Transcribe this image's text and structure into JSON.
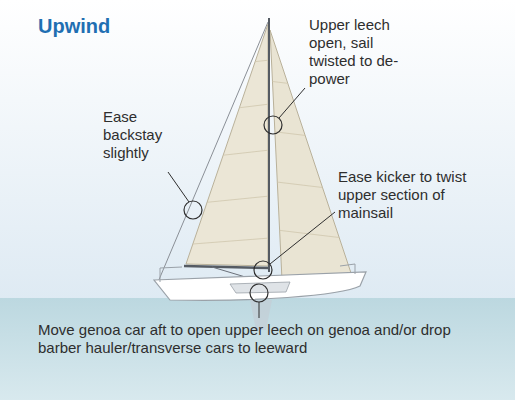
{
  "diagram": {
    "title": "Upwind",
    "labels": [
      "Upper leech open, sail twisted to de-power",
      "Ease backstay slightly",
      "Ease kicker to twist upper section of mainsail",
      "Move genoa car aft to open upper leech on genoa and/or drop barber hauler/transverse cars to leeward"
    ]
  }
}
